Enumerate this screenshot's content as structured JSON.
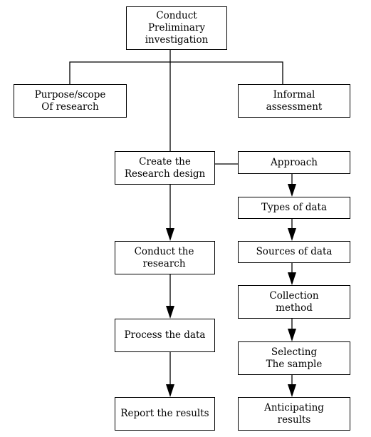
{
  "diagram": {
    "nodes": [
      {
        "id": "conduct-preliminary",
        "label": "Conduct\nPreliminary\ninvestigation"
      },
      {
        "id": "purpose-scope",
        "label": "Purpose/scope\nOf research"
      },
      {
        "id": "informal-assessment",
        "label": "Informal\nassessment"
      },
      {
        "id": "create-design",
        "label": "Create the\nResearch design"
      },
      {
        "id": "approach",
        "label": "Approach"
      },
      {
        "id": "types-of-data",
        "label": "Types of data"
      },
      {
        "id": "sources-of-data",
        "label": "Sources of data"
      },
      {
        "id": "collection-method",
        "label": "Collection\nmethod"
      },
      {
        "id": "selecting-sample",
        "label": "Selecting\nThe sample"
      },
      {
        "id": "anticipating-results",
        "label": "Anticipating\nresults"
      },
      {
        "id": "conduct-research",
        "label": "Conduct the research"
      },
      {
        "id": "process-data",
        "label": "Process the data"
      },
      {
        "id": "report-results",
        "label": "Report the results"
      }
    ],
    "edges": [
      {
        "from": "conduct-preliminary",
        "to": "purpose-scope",
        "arrow": false
      },
      {
        "from": "conduct-preliminary",
        "to": "informal-assessment",
        "arrow": false
      },
      {
        "from": "conduct-preliminary",
        "to": "create-design",
        "arrow": false
      },
      {
        "from": "create-design",
        "to": "approach",
        "arrow": false
      },
      {
        "from": "create-design",
        "to": "conduct-research",
        "arrow": true
      },
      {
        "from": "conduct-research",
        "to": "process-data",
        "arrow": true
      },
      {
        "from": "process-data",
        "to": "report-results",
        "arrow": true
      },
      {
        "from": "approach",
        "to": "types-of-data",
        "arrow": true
      },
      {
        "from": "types-of-data",
        "to": "sources-of-data",
        "arrow": true
      },
      {
        "from": "sources-of-data",
        "to": "collection-method",
        "arrow": true
      },
      {
        "from": "collection-method",
        "to": "selecting-sample",
        "arrow": true
      },
      {
        "from": "selecting-sample",
        "to": "anticipating-results",
        "arrow": true
      }
    ]
  }
}
